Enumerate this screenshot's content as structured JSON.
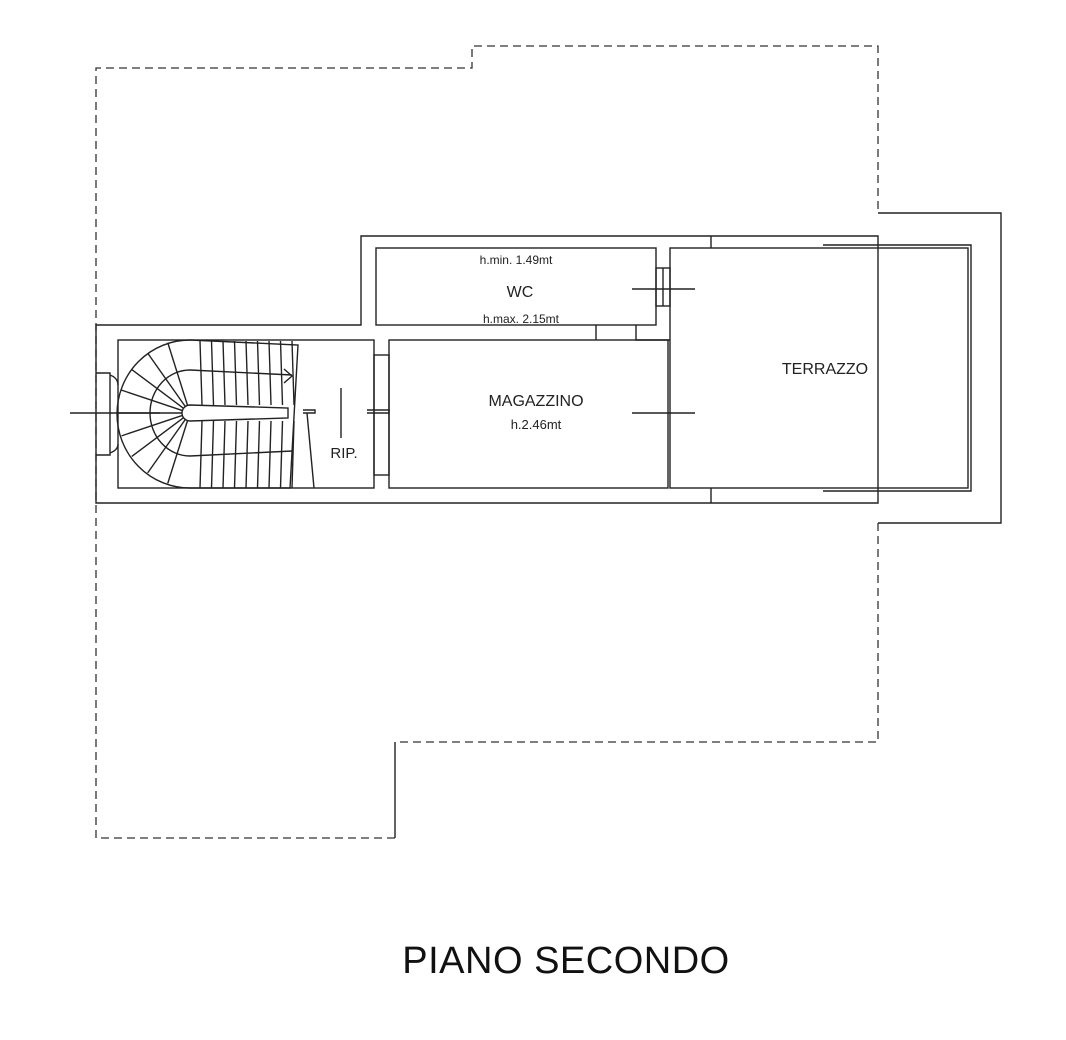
{
  "plan": {
    "title": "PIANO SECONDO",
    "rooms": {
      "wc": {
        "label": "WC",
        "h_min": "h.min. 1.49mt",
        "h_max": "h.max. 2.15mt"
      },
      "magazzino": {
        "label": "MAGAZZINO",
        "height": "h.2.46mt"
      },
      "terrazzo": {
        "label": "TERRAZZO"
      },
      "ripostiglio": {
        "label": "RIP."
      }
    }
  }
}
